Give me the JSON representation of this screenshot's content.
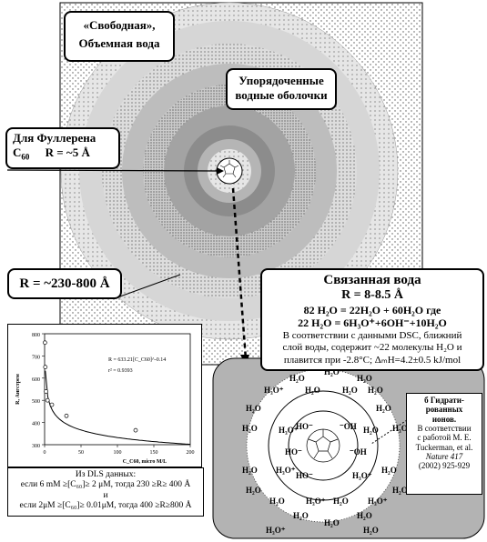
{
  "free_water": {
    "line1": "«Свободная»,",
    "line2": "Объемная вода"
  },
  "ordered_shells": {
    "line1": "Упорядоченные",
    "line2": "водные оболочки"
  },
  "fullerene": {
    "line1": "Для Фуллерена",
    "c60": "C",
    "c60_sub": "60",
    "radius": "R = ~5 Å"
  },
  "outer_radius": {
    "label": "R = ~230-800 Å"
  },
  "bound_water": {
    "title": "Связанная вода",
    "radius": "R = 8-8.5 Å",
    "eq1": "82 H₂O = 22H₂O + 60H₂O где",
    "eq2": "22 H₂O = 6H₃O⁺+6OH⁻+10H₂O",
    "note1": "В соответствии с данными DSC, ближний",
    "note2": "слой воды, содержит ~22 молекулы H₂O и",
    "note3": "плавится при -2.8°C; ΔₘH=4.2±0.5 kJ/mol"
  },
  "hydrated_ions": {
    "line1": "б Гидрати-",
    "line2": "рованных",
    "line3": "ионов.",
    "line4": "В соответствии",
    "line5": "с работой M. E.",
    "line6": "Tuckerman, et al.",
    "line7": "Nature 417",
    "line8": "(2002) 925-929"
  },
  "shell_labels": {
    "h2o": "H₂O",
    "h3o": "H₃O⁺",
    "ho_minus": "HO⁻",
    "oh_minus": "⁻OH"
  },
  "chart_data": {
    "type": "scatter",
    "ylabel": "R, Ангстрем",
    "xlabel": "C_C60, micro M/L",
    "x_ticks": [
      "0",
      "50",
      "100",
      "150",
      "200"
    ],
    "y_ticks": [
      "300",
      "400",
      "500",
      "600",
      "700",
      "800"
    ],
    "xlim": [
      0,
      200
    ],
    "ylim": [
      300,
      800
    ],
    "formula": "R = 633.21[C_C60]^-0.14",
    "r2": "r² = 0.9393",
    "points": [
      {
        "x": 0.5,
        "y": 760
      },
      {
        "x": 1,
        "y": 650
      },
      {
        "x": 2,
        "y": 540
      },
      {
        "x": 4,
        "y": 500
      },
      {
        "x": 10,
        "y": 480
      },
      {
        "x": 30,
        "y": 430
      },
      {
        "x": 125,
        "y": 365
      }
    ]
  },
  "dls": {
    "title": "Из DLS данных:",
    "row1": "если 6 mM ≥[C₆₀]≥ 2 μM, тогда 230 ≥R≥ 400 Å",
    "and": "и",
    "row2": "если 2μM ≥[C₆₀]≥ 0.01μM, тогда 400 ≥R≥800 Å"
  }
}
